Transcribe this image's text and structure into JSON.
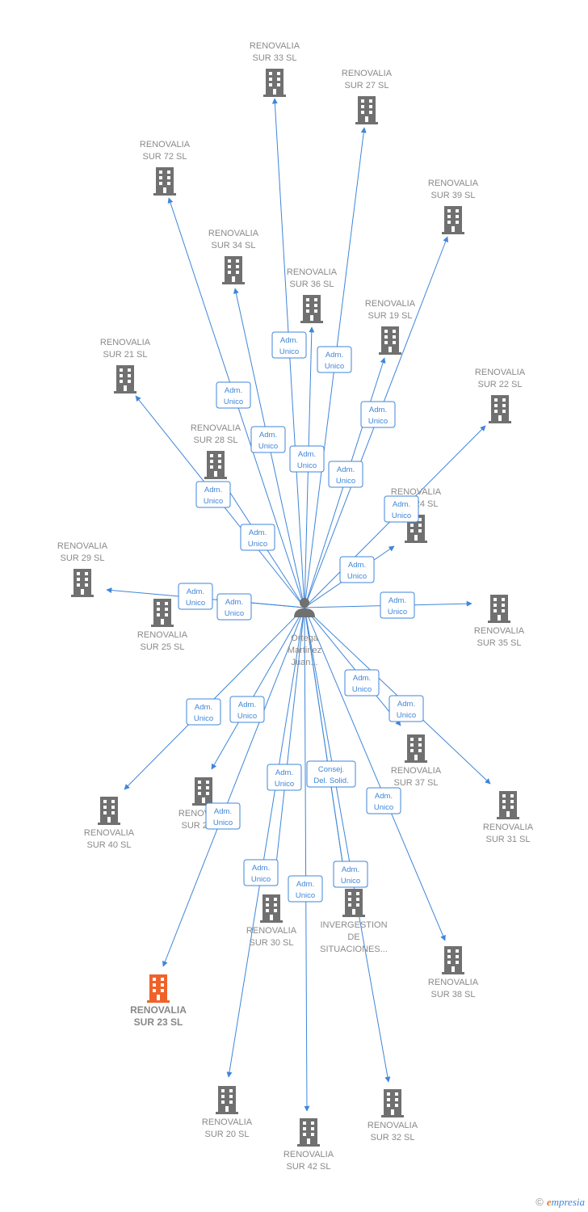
{
  "person": {
    "name_lines": [
      "Ortega",
      "Martinez",
      "Juan..."
    ],
    "icon": "person-icon"
  },
  "colors": {
    "edge": "#3f86d8",
    "node": "#707070",
    "highlight": "#f0622a",
    "label": "#8a8a8a"
  },
  "companies": [
    {
      "id": "sur33",
      "lines": [
        "RENOVALIA",
        "SUR 33  SL"
      ],
      "label_pos": "above"
    },
    {
      "id": "sur27",
      "lines": [
        "RENOVALIA",
        "SUR 27  SL"
      ],
      "label_pos": "above"
    },
    {
      "id": "sur72",
      "lines": [
        "RENOVALIA",
        "SUR 72  SL"
      ],
      "label_pos": "above"
    },
    {
      "id": "sur39",
      "lines": [
        "RENOVALIA",
        "SUR 39  SL"
      ],
      "label_pos": "above"
    },
    {
      "id": "sur34",
      "lines": [
        "RENOVALIA",
        "SUR 34  SL"
      ],
      "label_pos": "above"
    },
    {
      "id": "sur36",
      "lines": [
        "RENOVALIA",
        "SUR 36  SL"
      ],
      "label_pos": "above"
    },
    {
      "id": "sur19",
      "lines": [
        "RENOVALIA",
        "SUR 19  SL"
      ],
      "label_pos": "above"
    },
    {
      "id": "sur21",
      "lines": [
        "RENOVALIA",
        "SUR 21  SL"
      ],
      "label_pos": "above"
    },
    {
      "id": "sur22",
      "lines": [
        "RENOVALIA",
        "SUR 22  SL"
      ],
      "label_pos": "above"
    },
    {
      "id": "sur28",
      "lines": [
        "RENOVALIA",
        "SUR 28  SL"
      ],
      "label_pos": "above"
    },
    {
      "id": "sur24",
      "lines": [
        "RENOVALIA",
        "SUR 24  SL"
      ],
      "label_pos": "above"
    },
    {
      "id": "sur29",
      "lines": [
        "RENOVALIA",
        "SUR 29  SL"
      ],
      "label_pos": "above"
    },
    {
      "id": "sur25",
      "lines": [
        "RENOVALIA",
        "SUR 25  SL"
      ],
      "label_pos": "below"
    },
    {
      "id": "sur35",
      "lines": [
        "RENOVALIA",
        "SUR 35  SL"
      ],
      "label_pos": "below"
    },
    {
      "id": "sur37",
      "lines": [
        "RENOVALIA",
        "SUR 37  SL"
      ],
      "label_pos": "below"
    },
    {
      "id": "sur31",
      "lines": [
        "RENOVALIA",
        "SUR 31  SL"
      ],
      "label_pos": "below"
    },
    {
      "id": "sur40",
      "lines": [
        "RENOVALIA",
        "SUR 40  SL"
      ],
      "label_pos": "below"
    },
    {
      "id": "sur26",
      "lines": [
        "RENOVALIA",
        "SUR 26  SL"
      ],
      "label_pos": "below"
    },
    {
      "id": "sur30",
      "lines": [
        "RENOVALIA",
        "SUR 30  SL"
      ],
      "label_pos": "below"
    },
    {
      "id": "invergestion",
      "lines": [
        "INVERGESTION",
        "DE",
        "SITUACIONES..."
      ],
      "label_pos": "below"
    },
    {
      "id": "sur38",
      "lines": [
        "RENOVALIA",
        "SUR 38  SL"
      ],
      "label_pos": "below"
    },
    {
      "id": "sur23",
      "lines": [
        "RENOVALIA",
        "SUR 23  SL"
      ],
      "label_pos": "below",
      "highlight": true
    },
    {
      "id": "sur20",
      "lines": [
        "RENOVALIA",
        "SUR 20  SL"
      ],
      "label_pos": "below"
    },
    {
      "id": "sur42",
      "lines": [
        "RENOVALIA",
        "SUR 42  SL"
      ],
      "label_pos": "below"
    },
    {
      "id": "sur32",
      "lines": [
        "RENOVALIA",
        "SUR 32  SL"
      ],
      "label_pos": "below"
    }
  ],
  "edges": [
    {
      "to": "sur33",
      "role": [
        "Adm.",
        "Unico"
      ]
    },
    {
      "to": "sur27",
      "role": [
        "Adm.",
        "Unico"
      ]
    },
    {
      "to": "sur72",
      "role": [
        "Adm.",
        "Unico"
      ]
    },
    {
      "to": "sur39",
      "role": [
        "Adm.",
        "Unico"
      ]
    },
    {
      "to": "sur34",
      "role": [
        "Adm.",
        "Unico"
      ]
    },
    {
      "to": "sur36",
      "role": [
        "Adm.",
        "Unico"
      ]
    },
    {
      "to": "sur19",
      "role": [
        "Adm.",
        "Unico"
      ]
    },
    {
      "to": "sur21",
      "role": [
        "Adm.",
        "Unico"
      ]
    },
    {
      "to": "sur22",
      "role": [
        "Adm.",
        "Unico"
      ]
    },
    {
      "to": "sur28",
      "role": [
        "Adm.",
        "Unico"
      ]
    },
    {
      "to": "sur24",
      "role": [
        "Adm.",
        "Unico"
      ]
    },
    {
      "to": "sur29",
      "role": [
        "Adm.",
        "Unico"
      ]
    },
    {
      "to": "sur25",
      "role": [
        "Adm.",
        "Unico"
      ]
    },
    {
      "to": "sur35",
      "role": [
        "Adm.",
        "Unico"
      ]
    },
    {
      "to": "sur37",
      "role": [
        "Adm.",
        "Unico"
      ]
    },
    {
      "to": "sur31",
      "role": [
        "Adm.",
        "Unico"
      ]
    },
    {
      "to": "sur40",
      "role": [
        "Adm.",
        "Unico"
      ]
    },
    {
      "to": "sur26",
      "role": [
        "Adm.",
        "Unico"
      ]
    },
    {
      "to": "sur30",
      "role": [
        "Adm.",
        "Unico"
      ]
    },
    {
      "to": "invergestion",
      "role": [
        "Consej.",
        "Del.  Solid."
      ]
    },
    {
      "to": "invergestion",
      "role": [
        "Adm.",
        "Unico"
      ]
    },
    {
      "to": "sur38",
      "role": [
        "Adm.",
        "Unico"
      ]
    },
    {
      "to": "sur23",
      "role": [
        "Adm.",
        "Unico"
      ]
    },
    {
      "to": "sur20",
      "role": [
        "Adm.",
        "Unico"
      ]
    },
    {
      "to": "sur42",
      "role": [
        "Adm.",
        "Unico"
      ]
    },
    {
      "to": "sur32",
      "role": [
        "Adm.",
        "Unico"
      ]
    }
  ],
  "watermark": {
    "copyright": "©",
    "brand_initial": "e",
    "brand_rest": "mpresia"
  }
}
